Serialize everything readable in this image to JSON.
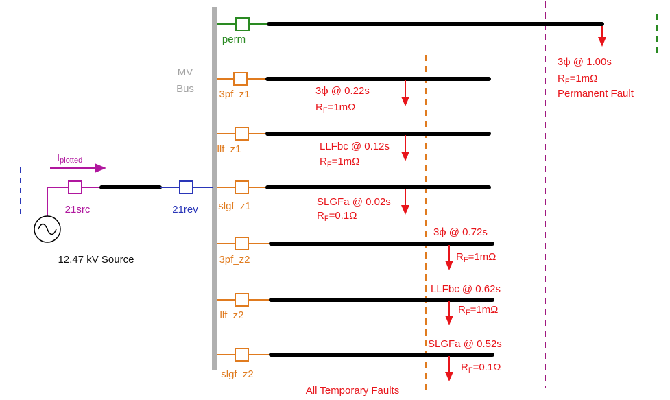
{
  "colors": {
    "bus": "#b0b0b0",
    "feeder_line": "#000000",
    "permanent": "#2a8a22",
    "temporary": "#e07b1f",
    "reverse": "#2a36b8",
    "source": "#b0179e",
    "fault": "#e8151b",
    "divider_permanent": "#a0197f"
  },
  "bus": {
    "label_line1": "MV",
    "label_line2": "Bus"
  },
  "source": {
    "name": "12.47 kV Source",
    "relay_src": "21src",
    "relay_rev": "21rev",
    "current_main": "I",
    "current_sub": "plotted",
    "icon": "ac-source-icon"
  },
  "feeders": [
    {
      "relay": "perm",
      "fault": {
        "l1_main": "3",
        "l1_sym": "ϕ",
        "l1_rest": " @ 1.00s",
        "rf_pre": "R",
        "rf_sub": "F",
        "rf_val": "=1mΩ",
        "note": "Permanent Fault"
      }
    },
    {
      "relay": "3pf_z1",
      "fault": {
        "l1_main": "3",
        "l1_sym": "ϕ",
        "l1_rest": " @ 0.22s",
        "rf_pre": "R",
        "rf_sub": "F",
        "rf_val": "=1mΩ"
      }
    },
    {
      "relay": "llf_z1",
      "fault": {
        "l1_main": "LLFbc",
        "l1_sym": "",
        "l1_rest": " @ 0.12s",
        "rf_pre": "R",
        "rf_sub": "F",
        "rf_val": "=1mΩ"
      }
    },
    {
      "relay": "slgf_z1",
      "fault": {
        "l1_main": "SLGFa",
        "l1_sym": "",
        "l1_rest": " @ 0.02s",
        "rf_pre": "R",
        "rf_sub": "F",
        "rf_val": "=0.1Ω"
      }
    },
    {
      "relay": "3pf_z2",
      "fault": {
        "l1_main": "3",
        "l1_sym": "ϕ",
        "l1_rest": " @ 0.72s",
        "rf_pre": "R",
        "rf_sub": "F",
        "rf_val": "=1mΩ"
      }
    },
    {
      "relay": "llf_z2",
      "fault": {
        "l1_main": "LLFbc",
        "l1_sym": "",
        "l1_rest": " @ 0.62s",
        "rf_pre": "R",
        "rf_sub": "F",
        "rf_val": "=1mΩ"
      }
    },
    {
      "relay": "slgf_z2",
      "fault": {
        "l1_main": "SLGFa",
        "l1_sym": "",
        "l1_rest": " @ 0.52s",
        "rf_pre": "R",
        "rf_sub": "F",
        "rf_val": "=0.1Ω"
      }
    }
  ],
  "temporary_note": "All Temporary Faults"
}
